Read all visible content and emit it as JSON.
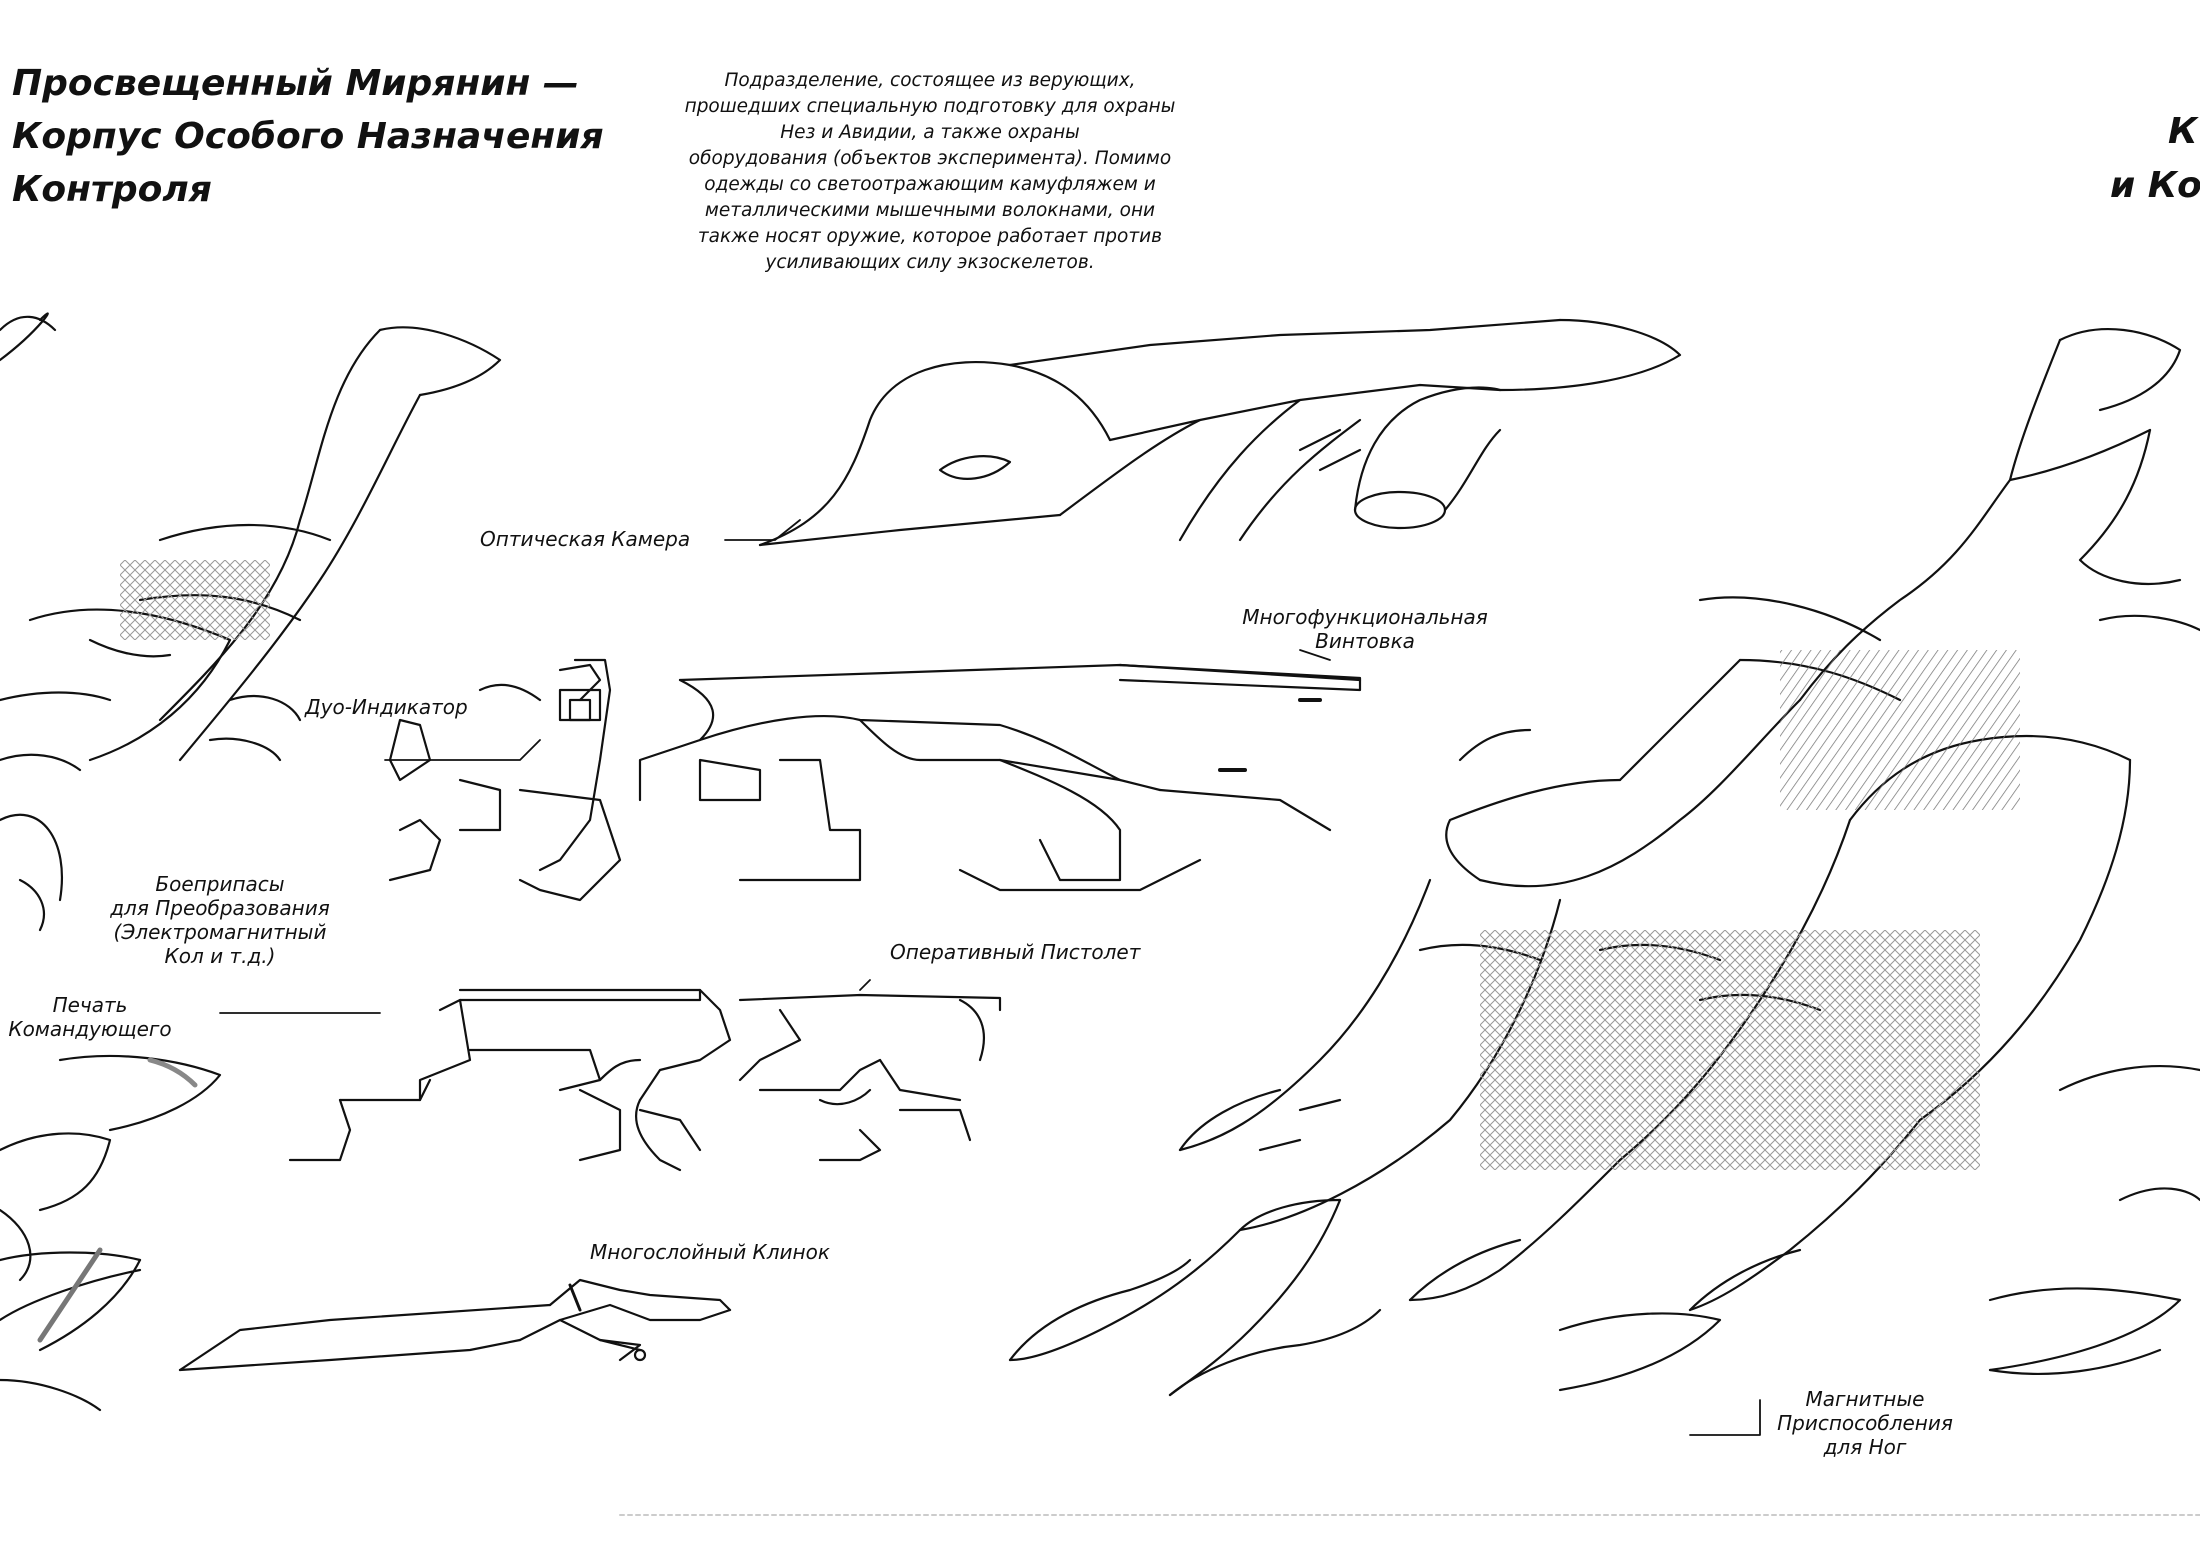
{
  "title_left": [
    "Просвещенный Мирянин —",
    "Корпус Особого Назначения",
    "Контроля"
  ],
  "title_right": [
    "К",
    "и Ко"
  ],
  "description": [
    "Подразделение, состоящее из верующих,",
    "прошедших специальную подготовку для охраны",
    "Нез и Авидии, а также охраны",
    "оборудования (объектов эксперимента). Помимо",
    "одежды со светоотражающим камуфляжем и",
    "металлическими мышечными волокнами, они",
    "также носят оружие, которое работает против",
    "усиливающих силу экзоскелетов."
  ],
  "labels": {
    "optical_camera": "Оптическая Камера",
    "multifunction_rifle": [
      "Многофункциональная",
      "Винтовка"
    ],
    "dual_indicator": "Дуо-Индикатор",
    "ammo": [
      "Боеприпасы",
      "для Преобразования",
      "(Электромагнитный",
      "Кол и т.д.)"
    ],
    "seal": [
      "Печать",
      "Командующего"
    ],
    "pistol": "Оперативный Пистолет",
    "blade": "Многослойный Клинок",
    "magnetic_feet": [
      "Магнитные",
      "Приспособления",
      "для Ног"
    ]
  }
}
